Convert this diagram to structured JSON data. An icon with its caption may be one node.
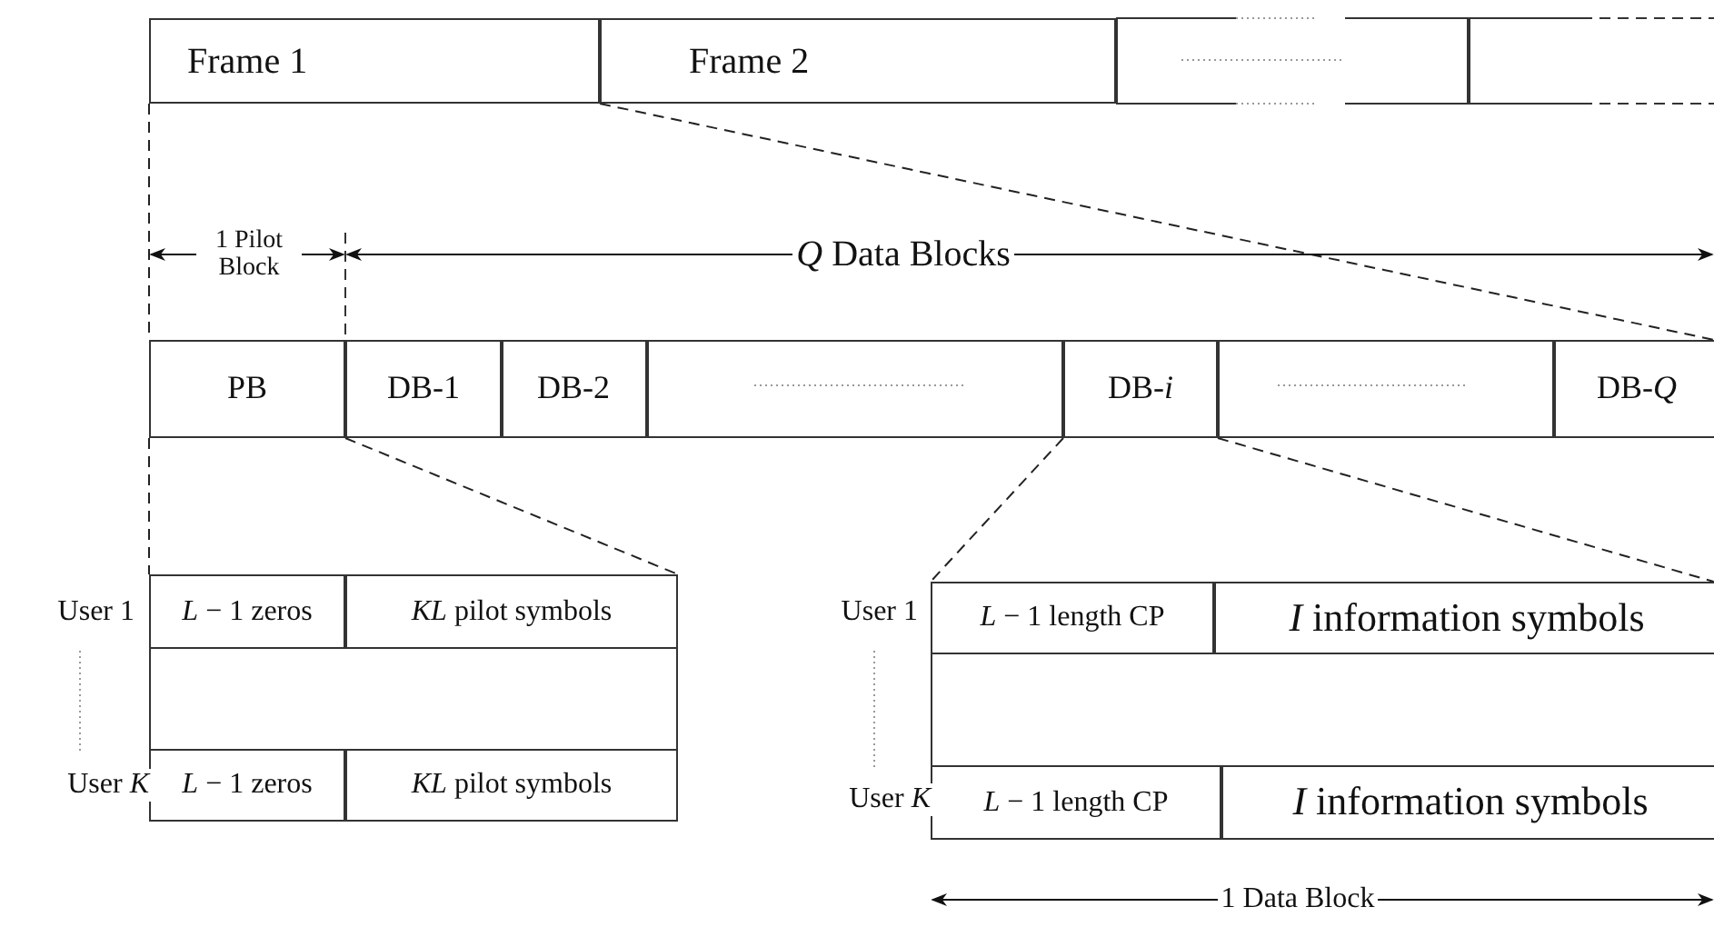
{
  "diagram": {
    "nodes": [
      {
        "text": [
          "Frame 1"
        ]
      },
      {
        "text": [
          "Frame 2"
        ]
      },
      {
        "text": [],
        "shape": "box"
      },
      {
        "text": [],
        "shape": "box"
      },
      {
        "text": [
          "PB"
        ]
      },
      {
        "text": [
          "DB-1"
        ]
      },
      {
        "text": [
          "DB-2"
        ]
      },
      {
        "text": [],
        "shape": "box"
      },
      {
        "text": [
          "DB-*i*"
        ]
      },
      {
        "text": [],
        "shape": "box"
      },
      {
        "text": [
          "DB-*Q*"
        ]
      },
      {
        "text": [],
        "shape": "box"
      },
      {
        "text": [
          "*L* − 1 zeros"
        ],
        "in": 11
      },
      {
        "text": [
          "*KL* pilot symbols"
        ],
        "in": 11
      },
      {
        "text": [
          "*L* − 1 zeros"
        ],
        "in": 11
      },
      {
        "text": [
          "*KL* pilot symbols"
        ],
        "in": 11
      },
      {
        "text": [],
        "shape": "box"
      },
      {
        "text": [
          "*L* − 1 length CP"
        ],
        "in": 16
      },
      {
        "text": [
          "*I* information symbols"
        ],
        "in": 16
      },
      {
        "text": [
          "*L* − 1 length CP"
        ],
        "in": 16
      },
      {
        "text": [
          "*I* information symbols"
        ],
        "in": 16
      }
    ],
    "edges": [
      {
        "from": 0,
        "to": 4,
        "arrow": "none",
        "style": "dashed"
      },
      {
        "from": 0,
        "to": 10,
        "arrow": "none",
        "style": "dashed"
      },
      {
        "from": 4,
        "to": 11,
        "arrow": "none",
        "style": "dashed"
      },
      {
        "from": 4,
        "to": 11,
        "arrow": "none",
        "style": "dashed"
      },
      {
        "from": 8,
        "to": 16,
        "arrow": "none",
        "style": "dashed"
      },
      {
        "from": 8,
        "to": 16,
        "arrow": "none",
        "style": "dashed"
      }
    ],
    "labels": [
      "1 Pilot Block",
      "*Q* Data Blocks",
      "User 1",
      "User *K*",
      "User 1",
      "User *K*",
      "1 Data Block"
    ]
  }
}
